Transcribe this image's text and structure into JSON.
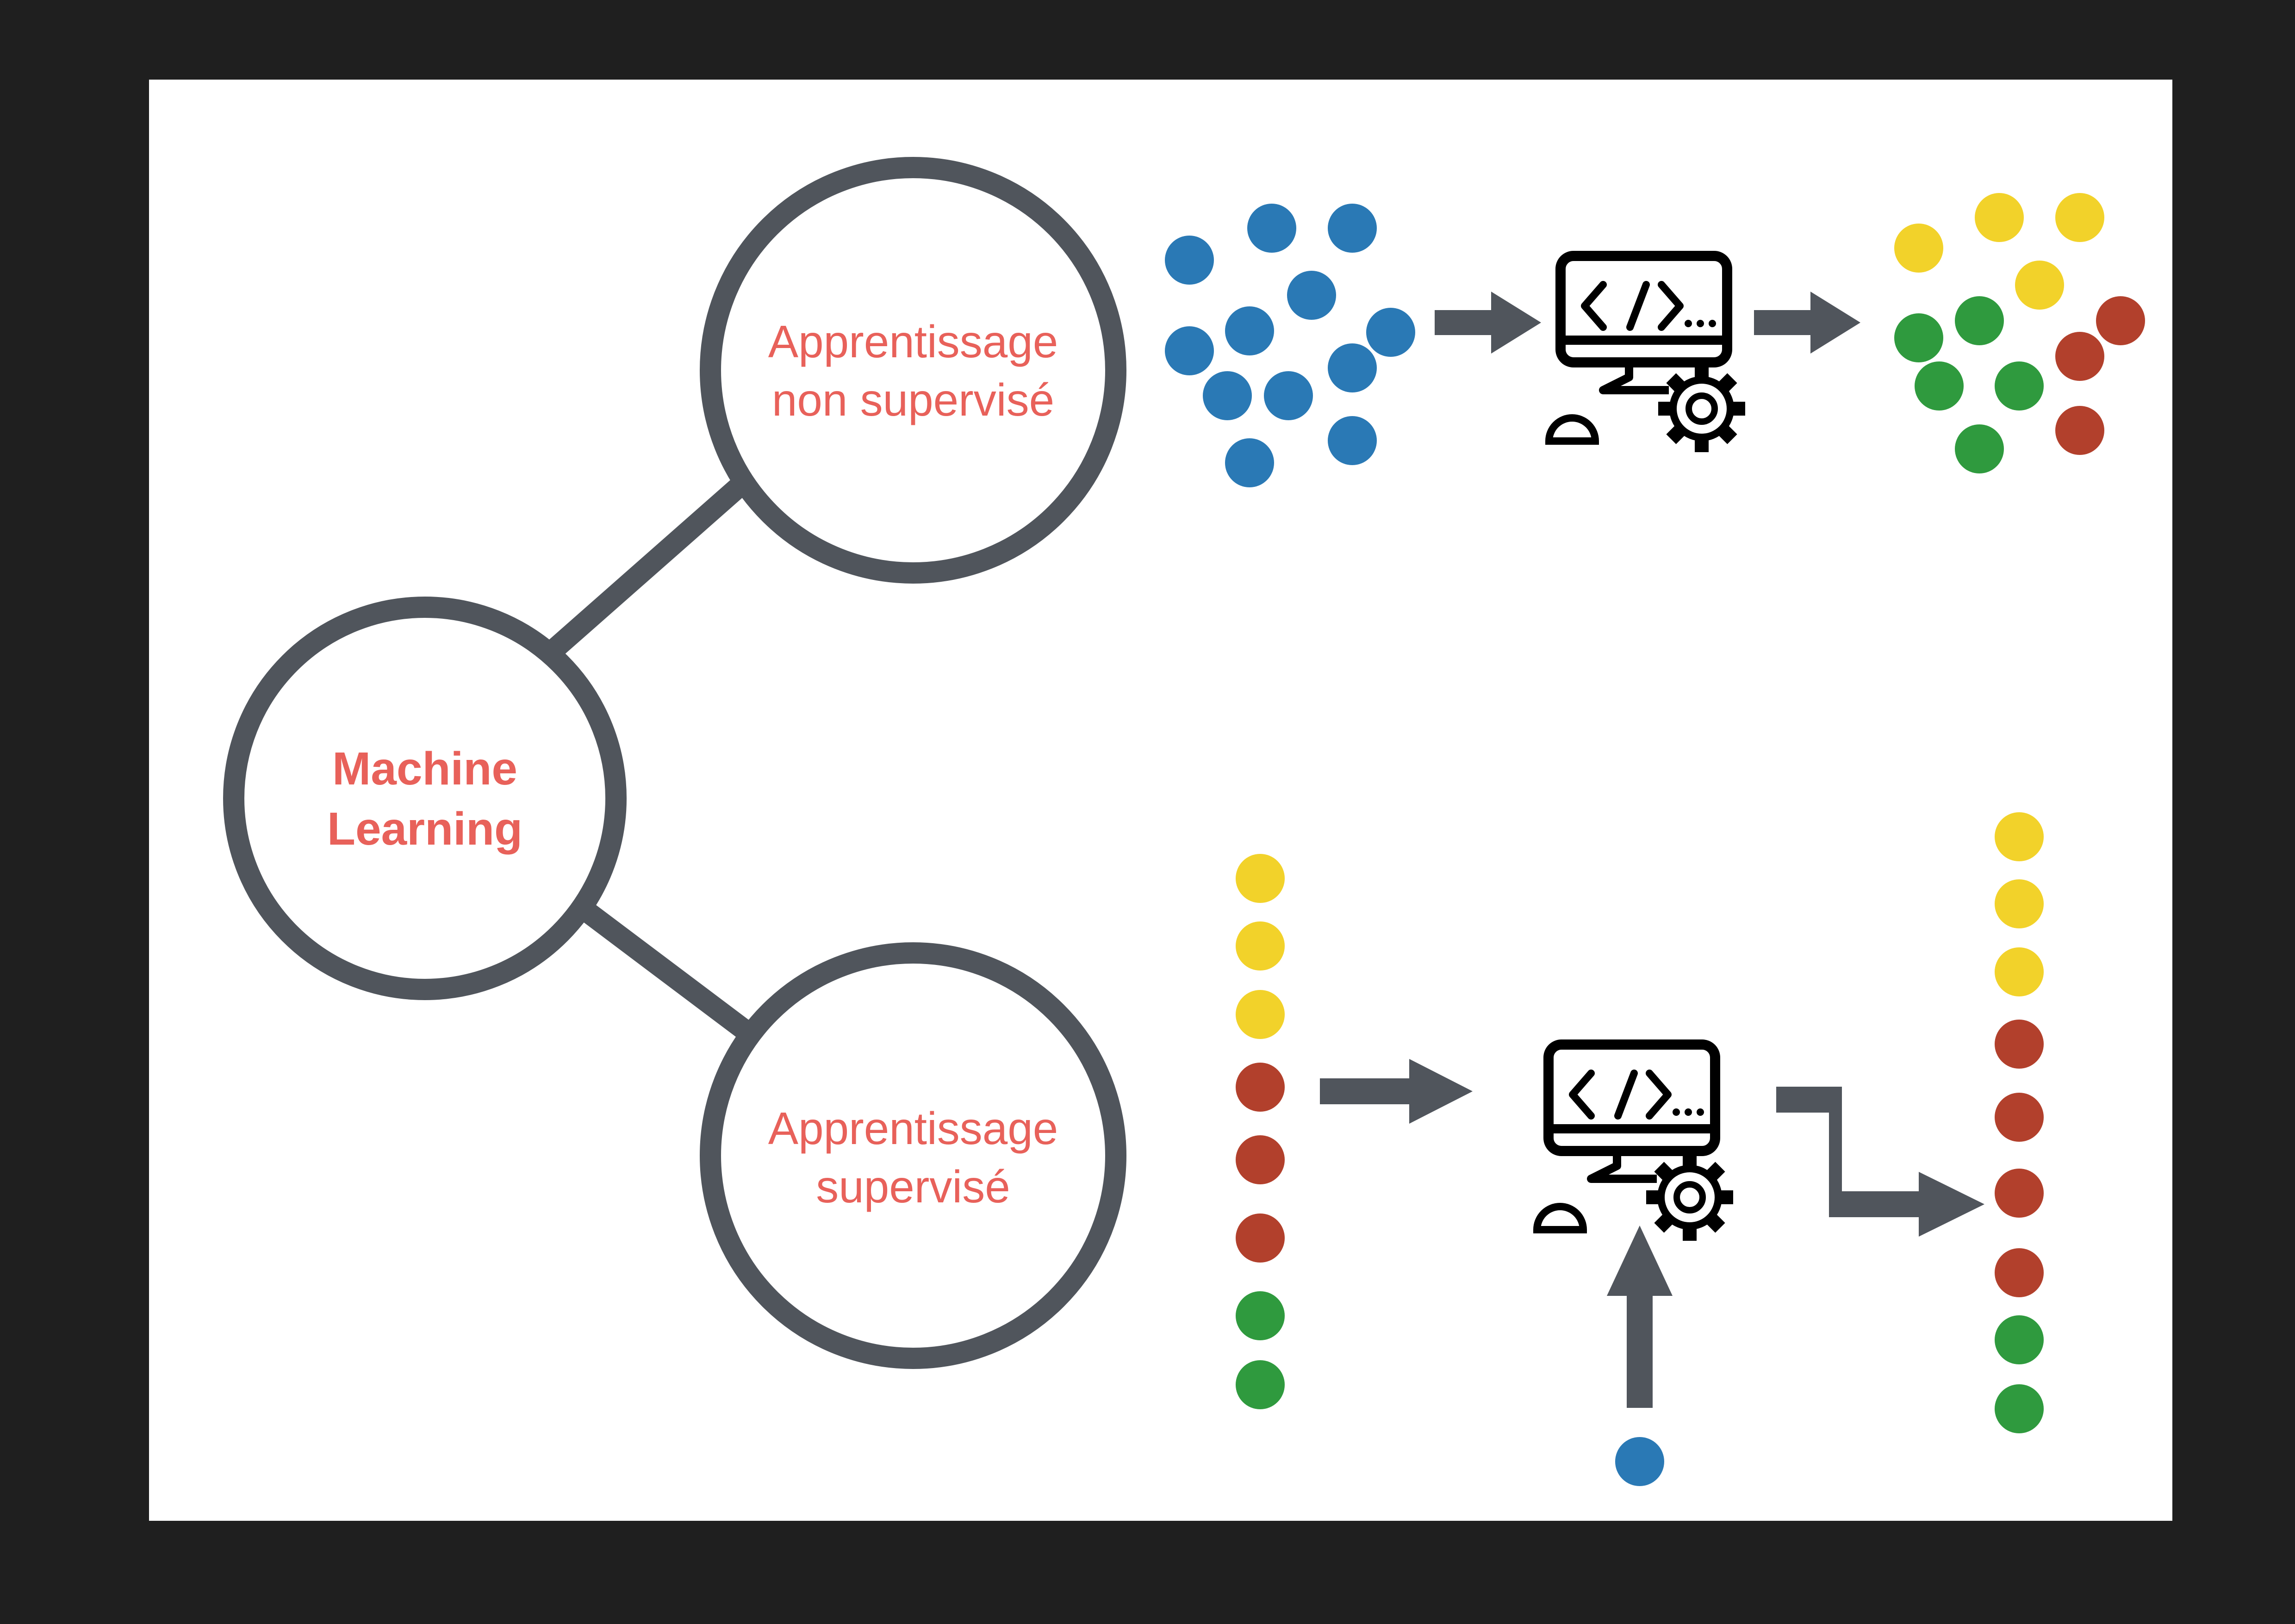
{
  "colors": {
    "background": "#1f1f1f",
    "panel": "#ffffff",
    "outline": "#50555c",
    "label": "#e8615a",
    "blue": "#2a79b5",
    "yellow": "#f2d22a",
    "red": "#b2402c",
    "green": "#2f9a3e",
    "icon": "#000000"
  },
  "nodes": {
    "root": {
      "line1": "Machine",
      "line2": "Learning"
    },
    "unsupervised": {
      "line1": "Apprentissage",
      "line2": "non supervisé"
    },
    "supervised": {
      "line1": "Apprentissage",
      "line2": "supervisé"
    }
  },
  "icons": {
    "computer": "computer-code-gear-icon",
    "arrow": "arrow-right-icon"
  },
  "unsupervised_flow": {
    "input_points": [
      "blue",
      "blue",
      "blue",
      "blue",
      "blue",
      "blue",
      "blue",
      "blue",
      "blue",
      "blue",
      "blue",
      "blue"
    ],
    "output_points": [
      "yellow",
      "yellow",
      "yellow",
      "yellow",
      "green",
      "green",
      "green",
      "green",
      "green",
      "red",
      "red",
      "red"
    ]
  },
  "supervised_flow": {
    "input_column": [
      "yellow",
      "yellow",
      "yellow",
      "red",
      "red",
      "red",
      "green",
      "green"
    ],
    "new_point": "blue",
    "output_column": [
      "yellow",
      "yellow",
      "yellow",
      "red",
      "red",
      "red",
      "red",
      "green",
      "green"
    ]
  }
}
